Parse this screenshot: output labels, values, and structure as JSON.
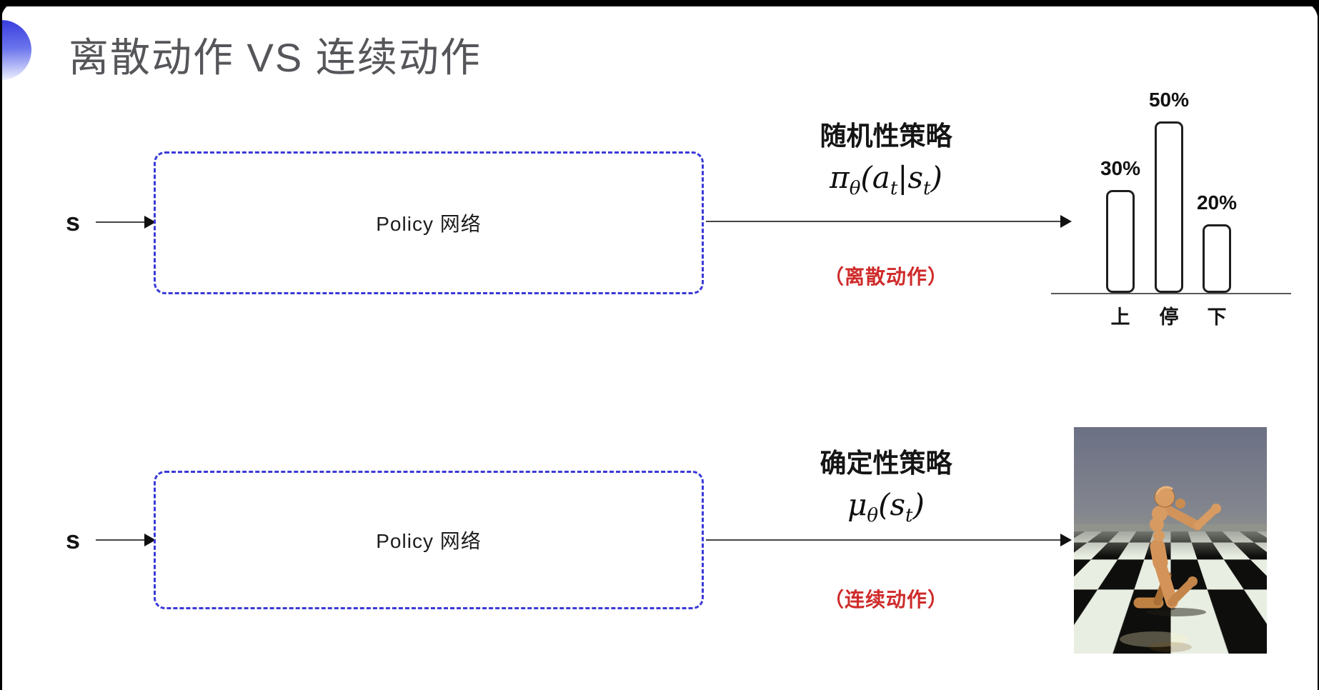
{
  "slide": {
    "title": "离散动作 VS 连续动作"
  },
  "colors": {
    "accent_blue": "#3c42df",
    "box_dash_blue": "#3a3ad6",
    "note_red": "#cf2b2b",
    "title_gray": "#55555a",
    "ink": "#141414"
  },
  "discrete_row": {
    "input_label": "s",
    "box_label": "Policy 网络",
    "policy_label": "随机性策略",
    "formula": {
      "sym": "π",
      "sym_sub": "θ",
      "open": "(",
      "arg1": "a",
      "arg1_sub": "t",
      "pipe": "|",
      "arg2": "s",
      "arg2_sub": "t",
      "close": ")"
    },
    "action_note": "（离散动作）"
  },
  "continuous_row": {
    "input_label": "s",
    "box_label": "Policy 网络",
    "policy_label": "确定性策略",
    "formula": {
      "sym": "μ",
      "sym_sub": "θ",
      "open": "(",
      "arg1": "s",
      "arg1_sub": "t",
      "close": ")"
    },
    "action_note": "（连续动作）"
  },
  "chart_data": {
    "type": "bar",
    "title": "",
    "categories": [
      "上",
      "停",
      "下"
    ],
    "values": [
      30,
      50,
      20
    ],
    "value_labels": [
      "30%",
      "50%",
      "20%"
    ],
    "unit": "%",
    "ylim": [
      0,
      60
    ],
    "grid": false,
    "legend": "none",
    "axis": "baseline only",
    "bar_style": "outlined rounded bars, white fill, black border"
  },
  "figures": {
    "humanoid_sim": "mujoco-humanoid-on-checkerboard"
  }
}
